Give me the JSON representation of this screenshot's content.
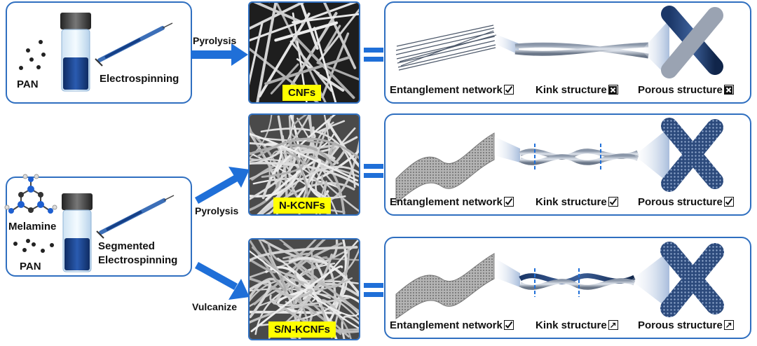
{
  "top": {
    "precursor": "PAN",
    "method": "Electrospinning",
    "process": "Pyrolysis",
    "product": "CNFs",
    "features": [
      {
        "label": "Entanglement network",
        "status": "check"
      },
      {
        "label": "Kink structure",
        "status": "cross"
      },
      {
        "label": "Porous structure",
        "status": "cross"
      }
    ]
  },
  "bottom_source": {
    "precursor_1": "Melamine",
    "precursor_2": "PAN",
    "method_line1": "Segmented",
    "method_line2": "Electrospinning"
  },
  "middle": {
    "process": "Pyrolysis",
    "product": "N-KCNFs",
    "features": [
      {
        "label": "Entanglement network",
        "status": "check"
      },
      {
        "label": "Kink structure",
        "status": "check"
      },
      {
        "label": "Porous structure",
        "status": "check"
      }
    ]
  },
  "lower": {
    "process": "Vulcanize",
    "product": "S/N-KCNFs",
    "features": [
      {
        "label": "Entanglement network",
        "status": "check"
      },
      {
        "label": "Kink structure",
        "status": "arrow"
      },
      {
        "label": "Porous structure",
        "status": "arrow"
      }
    ]
  },
  "colors": {
    "accent": "#2f6fc0",
    "arrow": "#1f6fd8",
    "tag": "#ffff00",
    "liquid": "#163a7a"
  }
}
